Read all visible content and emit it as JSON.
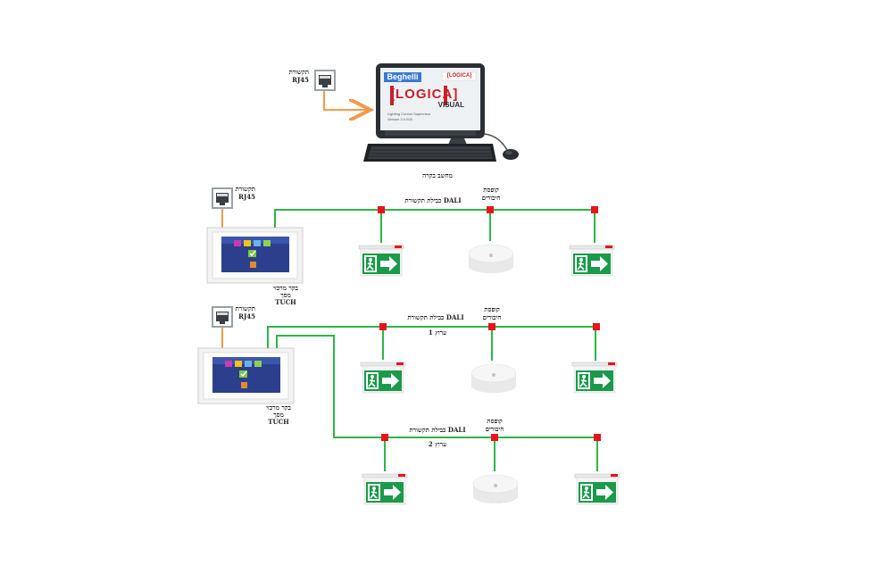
{
  "computer": {
    "brand": "Beghelli",
    "logo_top": "[LOGICA]",
    "logo_main": "[LOGICA]",
    "logo_sub": "VISUAL",
    "screen_text_1": "Lighting Control Supervisor",
    "screen_text_2": "Version 2.0.000",
    "label": "מחשב בקרה"
  },
  "rj45_top": {
    "label_he": "תקשורת",
    "label_en": "RJ45"
  },
  "section1": {
    "rj45": {
      "label_he": "תקשורת",
      "label_en": "RJ45"
    },
    "controller": {
      "line1": "בקר מרכזי",
      "line2": "מסך",
      "line3": "TUCH"
    },
    "bus_label": "כבילת תקשורת DALI",
    "junction_label_1": "קופסת",
    "junction_label_2": "חיבורים"
  },
  "section2": {
    "rj45": {
      "label_he": "תקשורת",
      "label_en": "RJ45"
    },
    "controller": {
      "line1": "בקר מרכזי",
      "line2": "מסך",
      "line3": "TUCH"
    },
    "bus1_label": "כבילת תקשורת DALI",
    "bus1_sub": "ערוץ 1",
    "bus1_junction_1": "קופסת",
    "bus1_junction_2": "חיבורים",
    "bus2_label": "כבילת תקשורת DALI",
    "bus2_sub": "ערוץ 2",
    "bus2_junction_1": "קופסת",
    "bus2_junction_2": "חיבורים"
  },
  "colors": {
    "bus": "#2db54a",
    "node": "#e8141a",
    "ethernet": "#f39a4a",
    "exit_sign": "#1a9a4a"
  },
  "icons": [
    "rj45-socket-icon",
    "monitor-icon",
    "keyboard-icon",
    "mouse-icon",
    "touch-controller-icon",
    "exit-sign-icon",
    "ceiling-emergency-light-icon",
    "junction-node-icon"
  ]
}
